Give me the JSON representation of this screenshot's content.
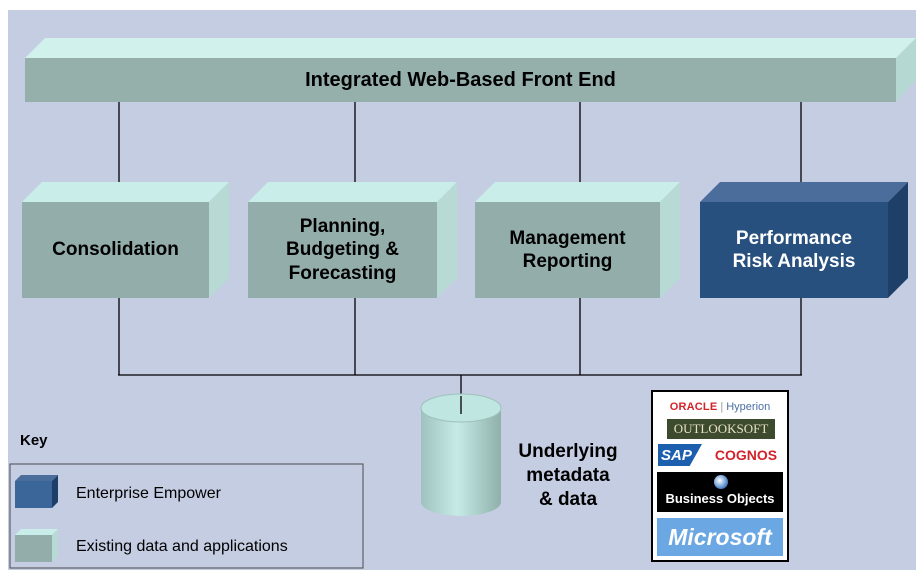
{
  "title": "Integrated Web-Based Front End",
  "modules": [
    {
      "label": "Consolidation",
      "kind": "existing"
    },
    {
      "label": "Planning,\nBudgeting &\nForecasting",
      "kind": "existing"
    },
    {
      "label": "Management\nReporting",
      "kind": "existing"
    },
    {
      "label": "Performance\nRisk Analysis",
      "kind": "enterprise"
    }
  ],
  "database": {
    "label": "Underlying\nmetadata\n& data"
  },
  "key": {
    "title": "Key",
    "items": [
      {
        "label": "Enterprise Empower",
        "kind": "enterprise"
      },
      {
        "label": "Existing data and applications",
        "kind": "existing"
      }
    ]
  },
  "vendor_logos": {
    "oracle": "ORACLE",
    "hyperion": "Hyperion",
    "outlooksoft": "OUTLOOKSOFT",
    "sap": "SAP",
    "cognos": "COGNOS",
    "business_objects": "Business Objects",
    "microsoft": "Microsoft"
  },
  "colors": {
    "background": "#c5cde3",
    "existing_front": "#93aeaa",
    "existing_top": "#c9ede9",
    "existing_side": "#b7dad4",
    "enterprise_front": "#27507f",
    "enterprise_top": "#4a6d9c",
    "enterprise_side": "#1e4068",
    "connector": "#000000"
  }
}
